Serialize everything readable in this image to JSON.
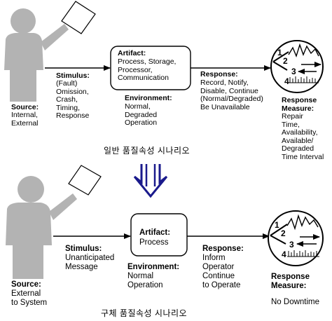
{
  "general": {
    "source_label": "Source:",
    "source_text": "Internal,\nExternal",
    "stimulus_label": "Stimulus:",
    "stimulus_text": "(Fault)\nOmission,\nCrash,\nTiming,\nResponse",
    "artifact_label": "Artifact:",
    "artifact_text": "Process, Storage,\nProcessor,\nCommunication",
    "environment_label": "Environment:",
    "environment_text": "Normal,\nDegraded\nOperation",
    "response_label": "Response:",
    "response_text": "Record, Notify,\nDisable, Continue\n(Normal/Degraded)\nBe Unavailable",
    "measure_label": "Response\nMeasure:",
    "measure_text": "Repair\nTime,\nAvailability,\nAvailable/\nDegraded\nTime Interval",
    "caption": "일반 품질속성 시나리오"
  },
  "concrete": {
    "source_label": "Source:",
    "source_text": "External\nto System",
    "stimulus_label": "Stimulus:",
    "stimulus_text": "Unanticipated\nMessage",
    "artifact_label": "Artifact:",
    "artifact_text": "Process",
    "environment_label": "Environment:",
    "environment_text": "Normal\nOperation",
    "response_label": "Response:",
    "response_text": "Inform\nOperator\nContinue\nto Operate",
    "measure_label": "Response\nMeasure:",
    "measure_text": "No Downtime",
    "caption": "구체 품질속성 시나리오"
  },
  "gauge_numbers": [
    "1",
    "2",
    "3",
    "4"
  ]
}
